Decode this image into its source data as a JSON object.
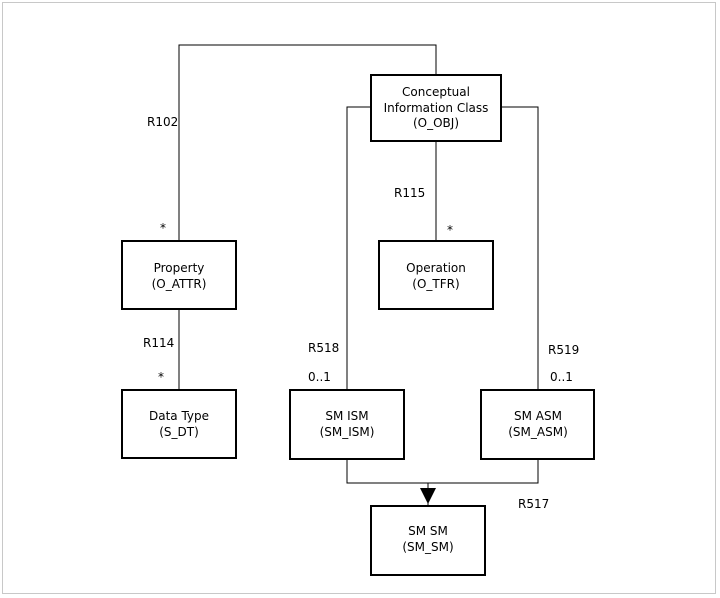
{
  "classes": {
    "o_obj": {
      "line1": "Conceptual",
      "line2": "Information Class",
      "line3": "(O_OBJ)"
    },
    "o_attr": {
      "line1": "Property",
      "line2": "(O_ATTR)"
    },
    "o_tfr": {
      "line1": "Operation",
      "line2": "(O_TFR)"
    },
    "s_dt": {
      "line1": "Data Type",
      "line2": "(S_DT)"
    },
    "sm_ism": {
      "line1": "SM ISM",
      "line2": "(SM_ISM)"
    },
    "sm_asm": {
      "line1": "SM ASM",
      "line2": "(SM_ASM)"
    },
    "sm_sm": {
      "line1": "SM SM",
      "line2": "(SM_SM)"
    }
  },
  "relationships": {
    "r102": {
      "label": "R102",
      "multiplicity": "*"
    },
    "r115": {
      "label": "R115",
      "multiplicity": "*"
    },
    "r114": {
      "label": "R114",
      "multiplicity": "*"
    },
    "r518": {
      "label": "R518",
      "multiplicity": "0..1"
    },
    "r519": {
      "label": "R519",
      "multiplicity": "0..1"
    },
    "r517": {
      "label": "R517"
    }
  }
}
